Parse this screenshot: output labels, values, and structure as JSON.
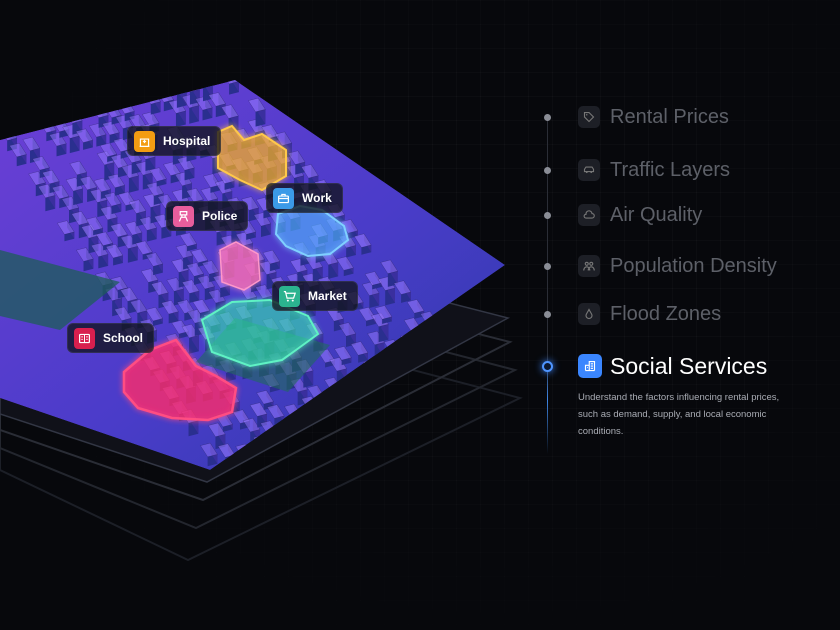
{
  "map": {
    "pins": [
      {
        "id": "hospital",
        "label": "Hospital",
        "icon": "hospital-icon",
        "color": "#f39c12"
      },
      {
        "id": "police",
        "label": "Police",
        "icon": "police-icon",
        "color": "#e85d9c"
      },
      {
        "id": "work",
        "label": "Work",
        "icon": "briefcase-icon",
        "color": "#3b9ae8"
      },
      {
        "id": "market",
        "label": "Market",
        "icon": "cart-icon",
        "color": "#2bb38f"
      },
      {
        "id": "school",
        "label": "School",
        "icon": "book-icon",
        "color": "#d81f4e"
      }
    ],
    "colors": {
      "city": "#5b3fd1",
      "hospital_zone": "#ffb319",
      "work_zone": "#4fb6ff",
      "police_zone": "#ff6fb2",
      "market_zone": "#34e2ae",
      "school_zone": "#ff2a6a"
    }
  },
  "layers": {
    "active_color": "#3a86ff",
    "items": [
      {
        "label": "Rental Prices",
        "icon": "price-tag-icon",
        "active": false
      },
      {
        "label": "Traffic Layers",
        "icon": "car-icon",
        "active": false
      },
      {
        "label": "Air Quality",
        "icon": "cloud-icon",
        "active": false
      },
      {
        "label": "Population Density",
        "icon": "people-icon",
        "active": false
      },
      {
        "label": "Flood Zones",
        "icon": "droplet-icon",
        "active": false
      },
      {
        "label": "Social Services",
        "icon": "buildings-icon",
        "active": true
      }
    ],
    "description": "Understand the factors influencing rental prices, such as demand, supply, and local economic conditions."
  }
}
